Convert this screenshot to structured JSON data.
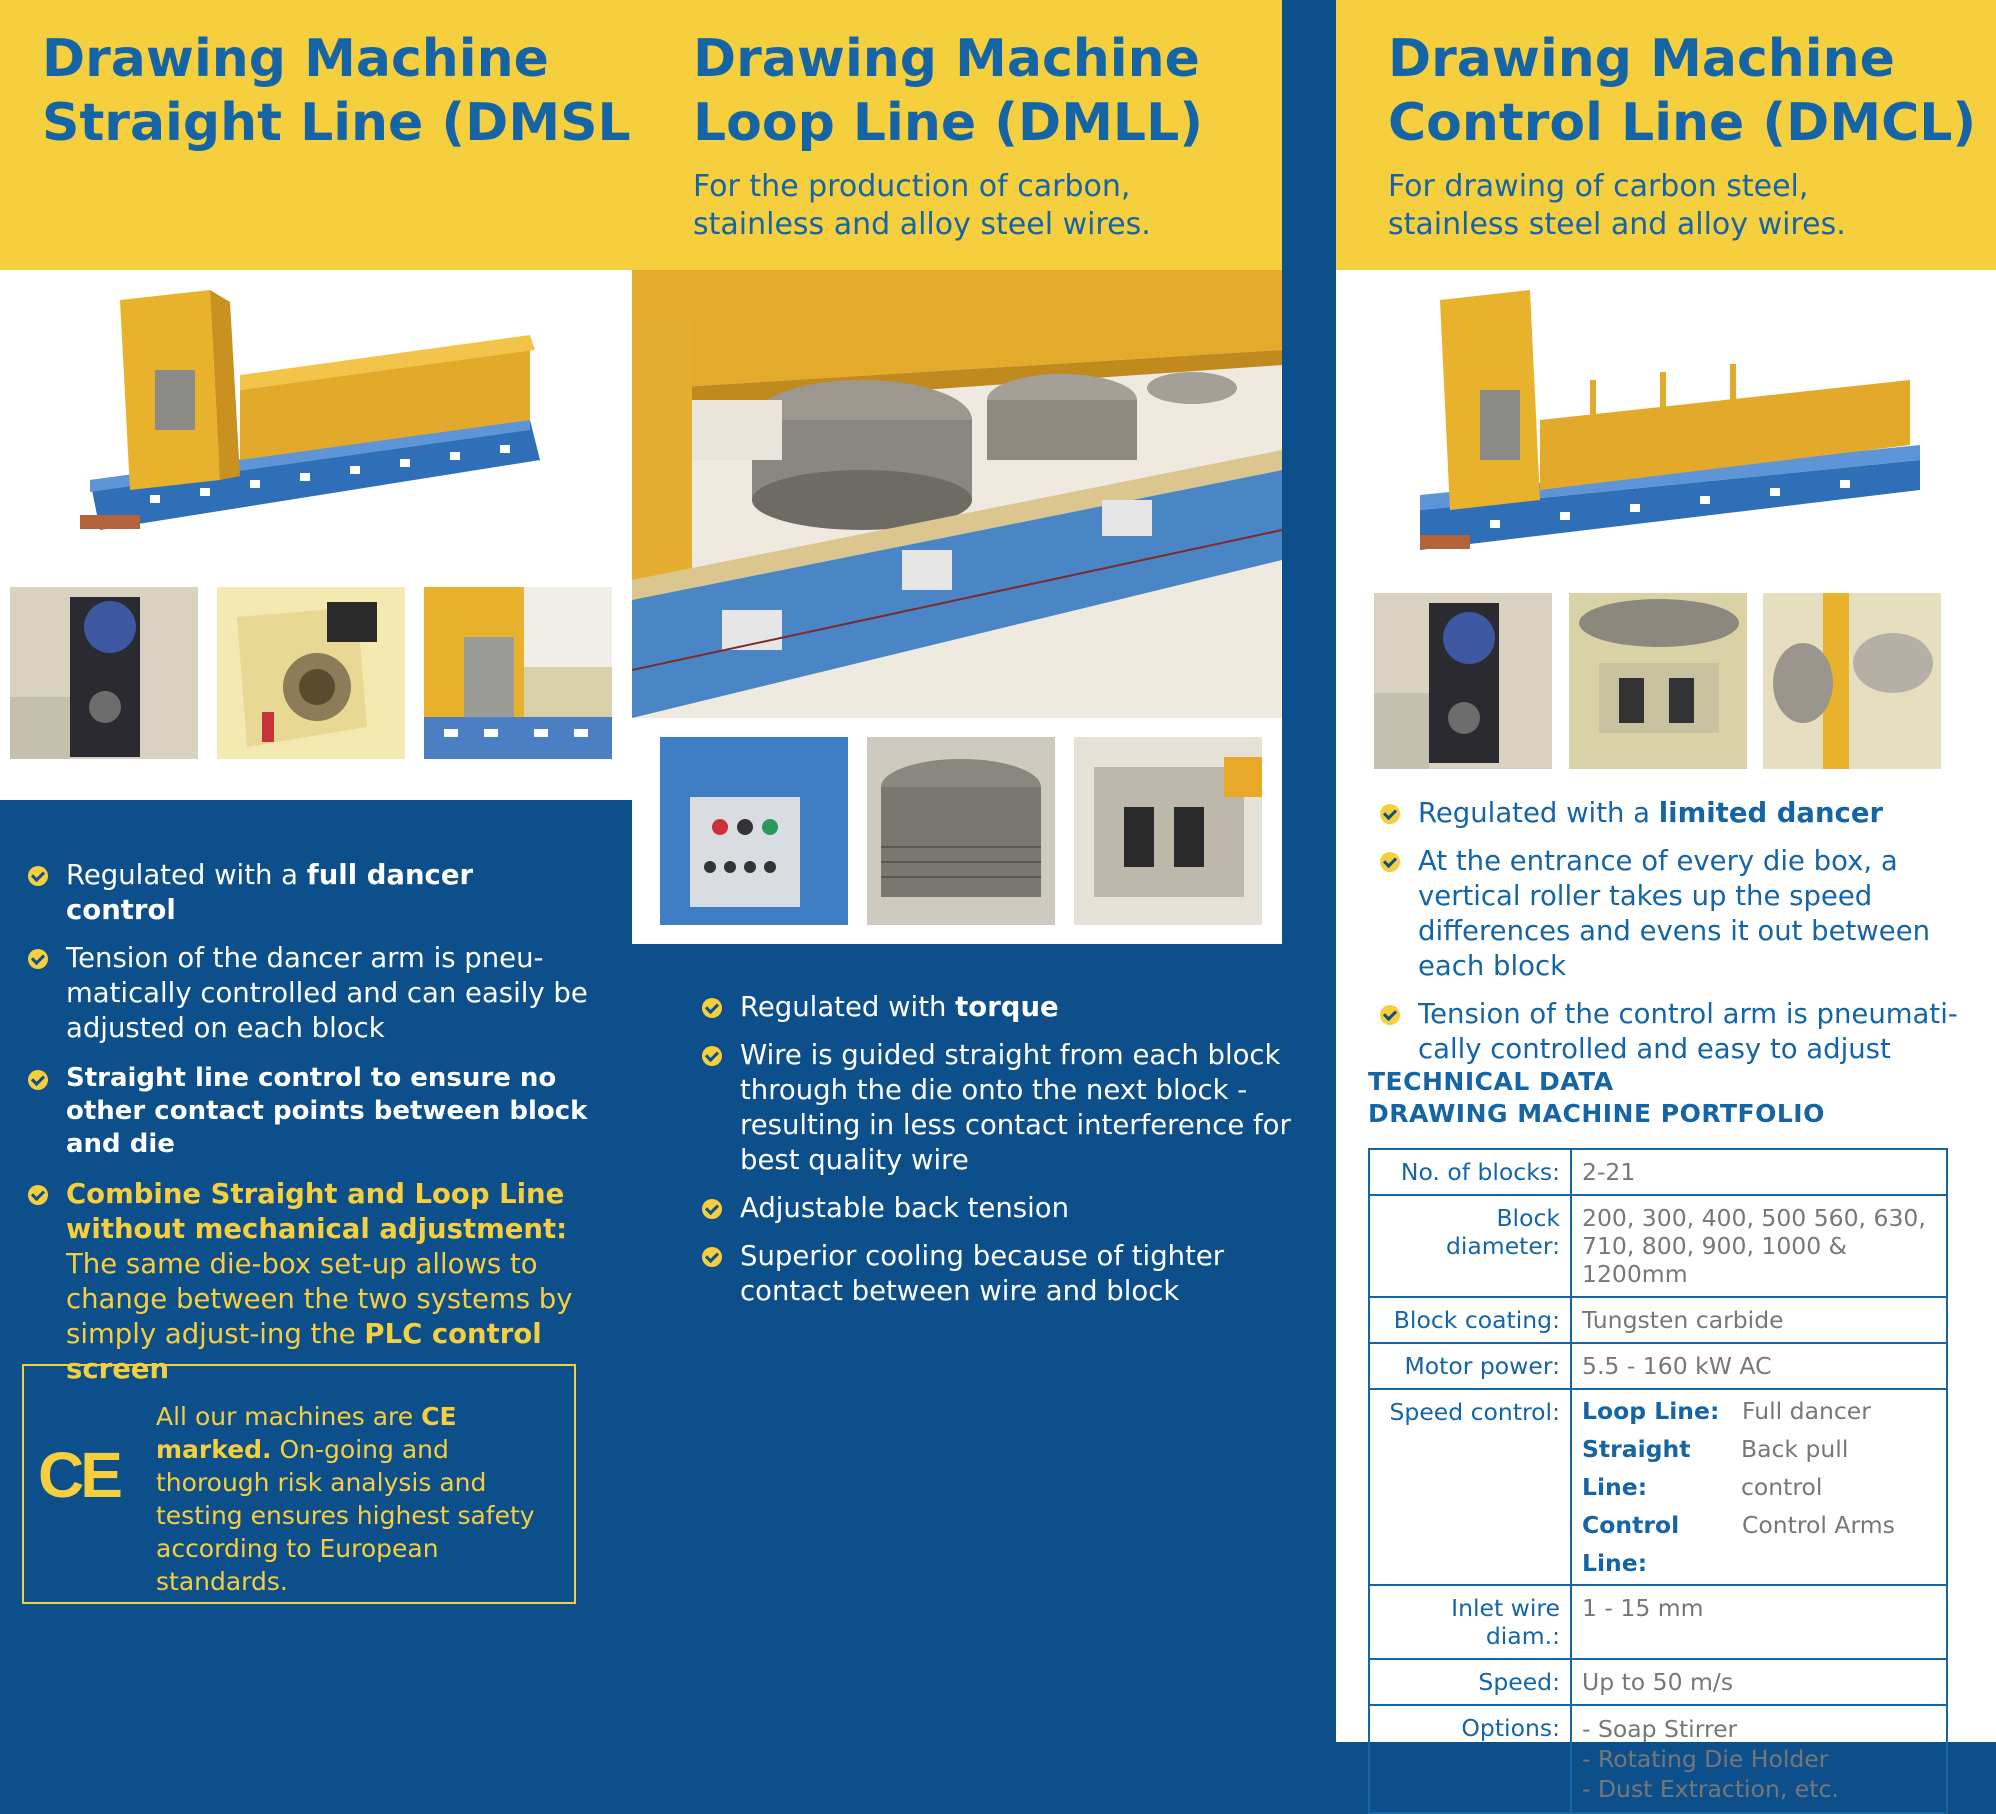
{
  "col1": {
    "title_line1": "Drawing Machine",
    "title_line2": "Straight Line (DMSL)",
    "bullets": [
      {
        "pre": "Regulated with a ",
        "bold": "full dancer control"
      },
      {
        "text": "Tension of the dancer arm is pneu-matically controlled and can easily be adjusted on each block"
      },
      {
        "bold_white": "Straight line control to ensure no other contact points between block and die"
      },
      {
        "yellow_bold": "Combine Straight and Loop Line without mechanical adjustment:",
        "yellow_text": "The same die-box set-up allows to change between the two systems by simply adjust-ing the ",
        "yellow_bold_end": "PLC control screen"
      }
    ],
    "ce": {
      "mark": "CE",
      "line1_pre": "All our machines are ",
      "line1_bold": "CE marked.",
      "rest": "On-going and thorough risk analysis and testing ensures highest safety according to European standards."
    }
  },
  "col2": {
    "title_line1": "Drawing Machine",
    "title_line2": "Loop Line (DMLL)",
    "subtitle": "For the production of carbon, stainless and alloy steel wires.",
    "bullets": [
      {
        "pre": "Regulated with ",
        "bold": "torque"
      },
      {
        "text": "Wire is guided straight from each block through the die onto the next block - resulting in less contact interference for best quality wire"
      },
      {
        "text": "Adjustable back tension"
      },
      {
        "text": "Superior cooling because of tighter contact between wire and block"
      }
    ]
  },
  "col3": {
    "title_line1": "Drawing Machine",
    "title_line2": "Control Line (DMCL)",
    "subtitle": "For drawing of carbon steel, stainless steel and alloy wires.",
    "bullets": [
      {
        "pre": "Regulated with a ",
        "bold": "limited dancer"
      },
      {
        "text": "At the entrance of every die box, a vertical roller takes up the speed differences and evens it out between each block"
      },
      {
        "text": "Tension of the control arm is pneumati-cally controlled and easy to adjust"
      }
    ],
    "tech_heading_1": "TECHNICAL DATA",
    "tech_heading_2": "DRAWING MACHINE PORTFOLIO",
    "table": {
      "blocks_label": "No. of blocks:",
      "blocks_value": "2-21",
      "diameter_label": "Block diameter:",
      "diameter_value": "200, 300, 400, 500 560, 630, 710, 800, 900, 1000 & 1200mm",
      "coating_label": "Block coating:",
      "coating_value": "Tungsten carbide",
      "motor_label": "Motor power:",
      "motor_value": "5.5 - 160 kW AC",
      "speed_control_label": "Speed control:",
      "sc_loop_key": "Loop Line:",
      "sc_loop_val": "Full dancer",
      "sc_straight_key": "Straight Line:",
      "sc_straight_val": "Back pull control",
      "sc_control_key": "Control Line:",
      "sc_control_val": "Control Arms",
      "inlet_label": "Inlet wire diam.:",
      "inlet_value": "1 - 15 mm",
      "speed_label": "Speed:",
      "speed_value": "Up to 50 m/s",
      "options_label": "Options:",
      "option_1": "- Soap Stirrer",
      "option_2": "- Rotating Die Holder",
      "option_3": "- Dust Extraction, etc."
    }
  },
  "colors": {
    "yellow": "#f6cf3e",
    "blue_bg": "#0d4f8b",
    "title_blue": "#1565a6"
  }
}
